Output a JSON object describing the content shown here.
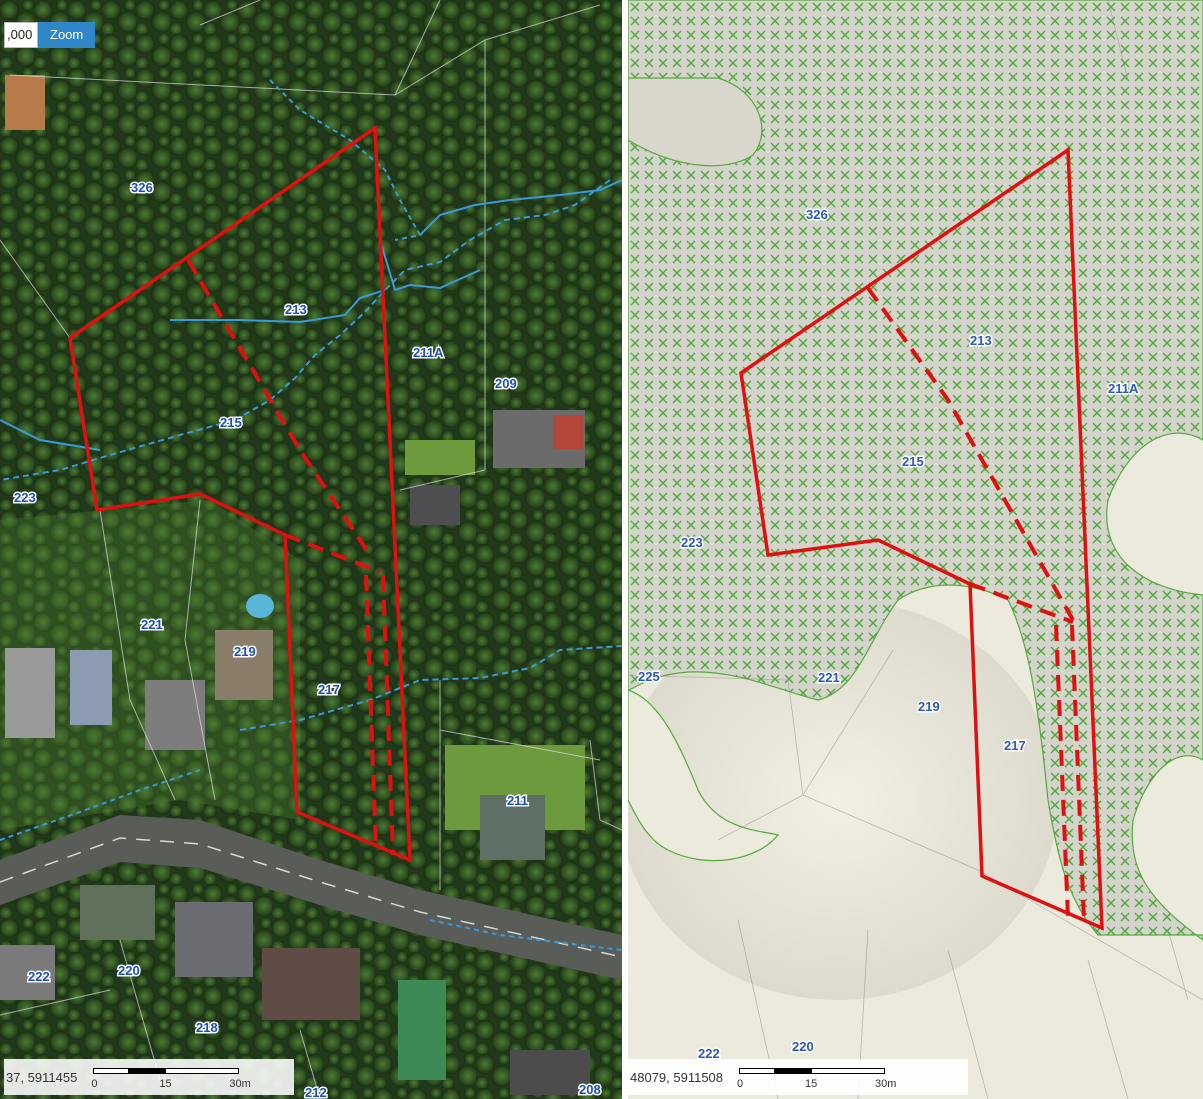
{
  "left_map": {
    "zoom_value": ",000",
    "zoom_label": "Zoom",
    "coordinates": "37, 5911455",
    "scale_labels": [
      "0",
      "15",
      "30m"
    ],
    "parcel_labels": [
      "326",
      "213",
      "211A",
      "209",
      "215",
      "223",
      "221",
      "219",
      "217",
      "211",
      "222",
      "220",
      "218",
      "212",
      "208"
    ]
  },
  "right_map": {
    "coordinates": "48079, 5911508",
    "scale_labels": [
      "0",
      "15",
      "30m"
    ],
    "parcel_labels": [
      "326",
      "213",
      "211A",
      "215",
      "223",
      "225",
      "221",
      "219",
      "217",
      "222",
      "220"
    ]
  },
  "colors": {
    "boundary": "#e01010",
    "stream": "#3a9ad9",
    "parcel_line": "#dddddd",
    "hatch": "#4fa63a",
    "label": "#1d4fb5",
    "zoom_button": "#2f86c8"
  }
}
